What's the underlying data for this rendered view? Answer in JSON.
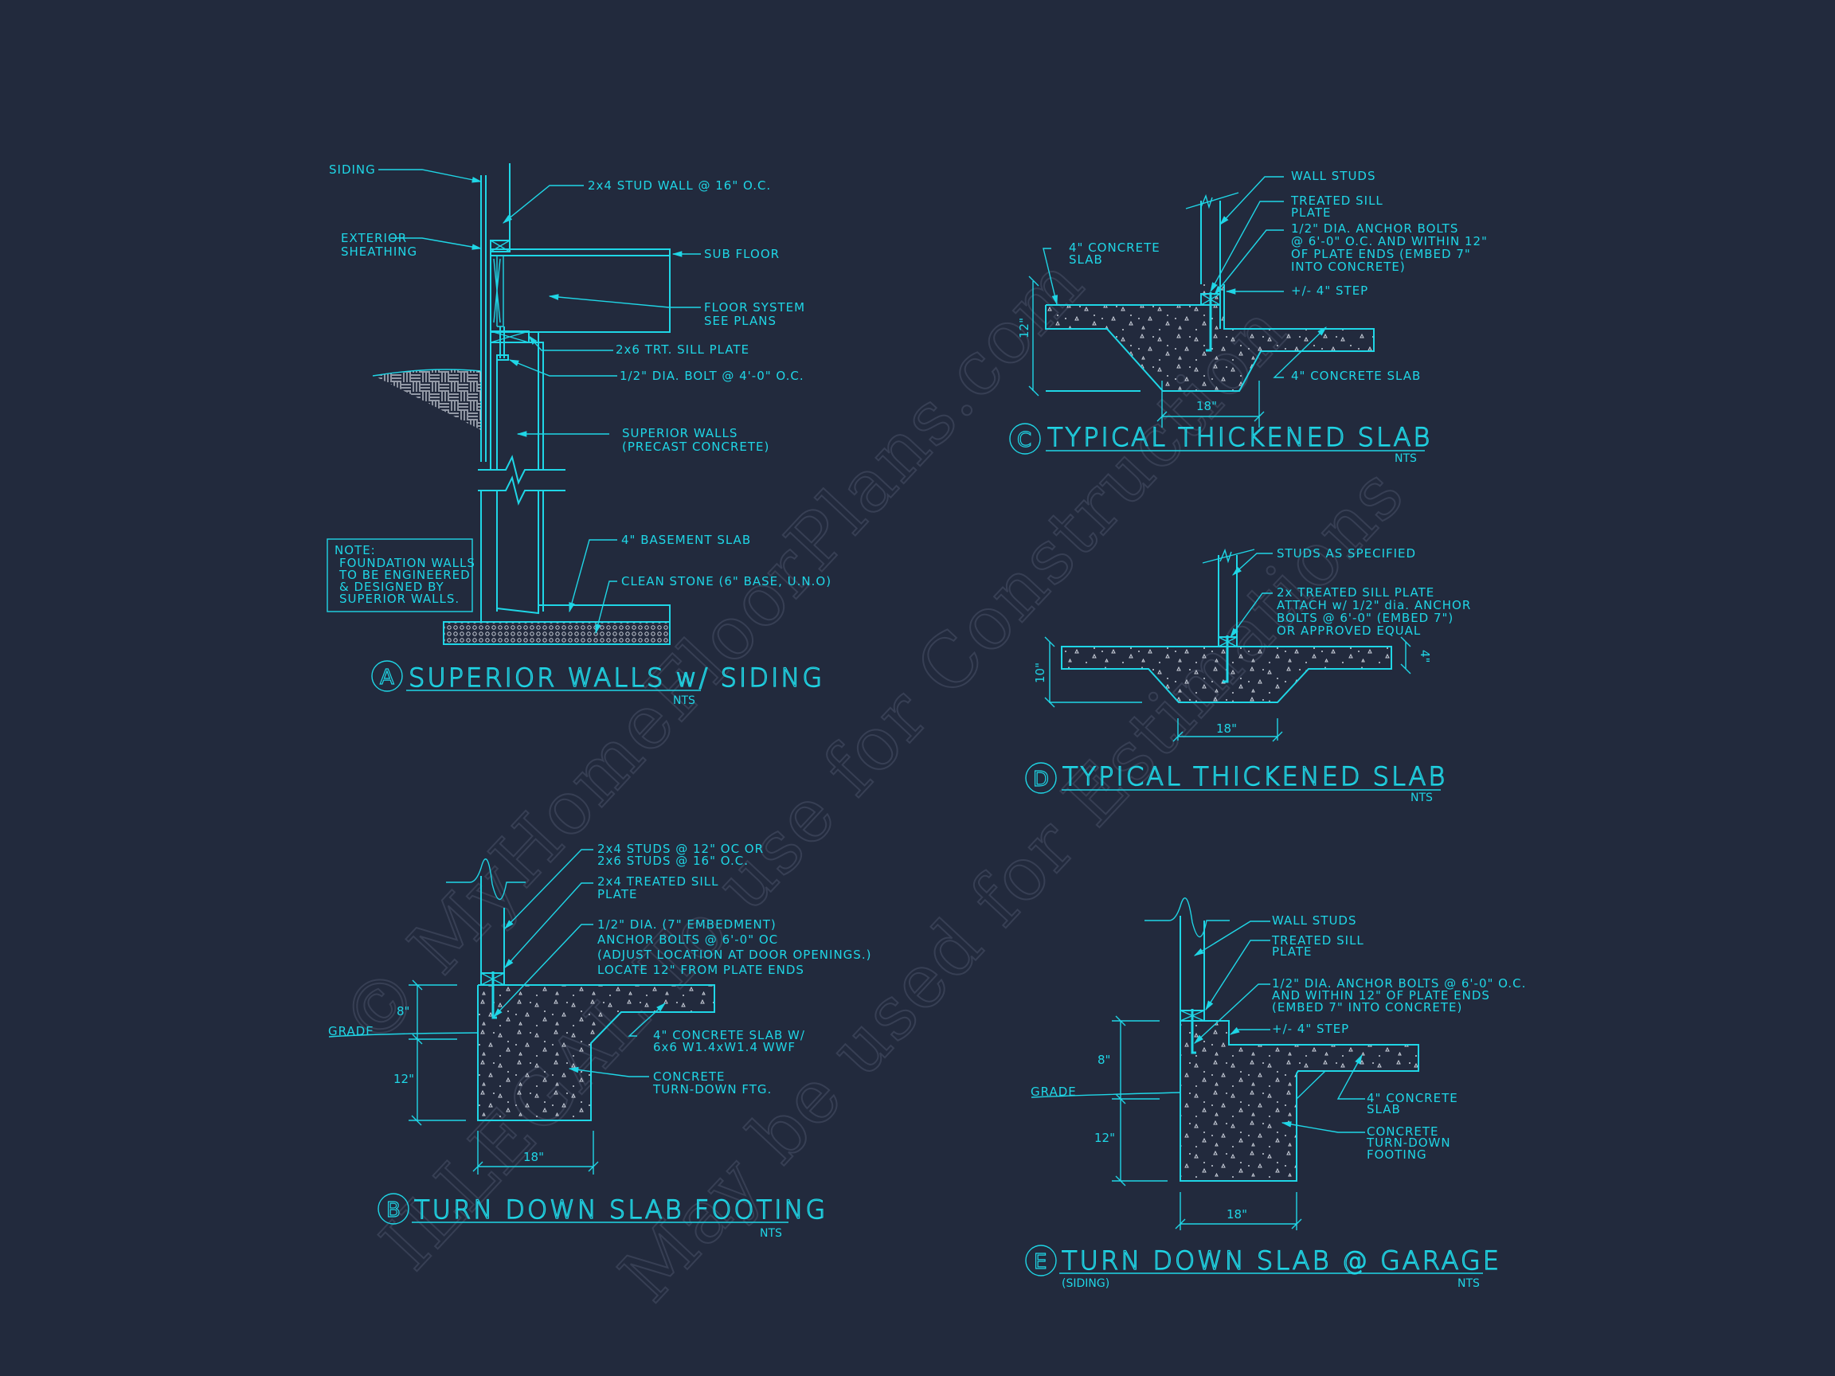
{
  "colors": {
    "background": "#222a3d",
    "linework": "#1fd6e6",
    "watermark": "#3a4257"
  },
  "watermark": {
    "line1": "© MyHomeFloorPlans.com",
    "line2": "ILLEGAL To use for Construction",
    "line3": "May be used for Estimations"
  },
  "detail_a": {
    "letter": "A",
    "title": "SUPERIOR WALLS w/ SIDING",
    "scale": "NTS",
    "labels": {
      "siding": "SIDING",
      "stud_wall": "2x4 STUD WALL @ 16\" O.C.",
      "ext_sheathing_1": "EXTERIOR",
      "ext_sheathing_2": "SHEATHING",
      "sub_floor": "SUB FLOOR",
      "floor_system_1": "FLOOR SYSTEM",
      "floor_system_2": "SEE PLANS",
      "sill_plate": "2x6 TRT. SILL PLATE",
      "bolt": "1/2\" DIA. BOLT @ 4'-0\" O.C.",
      "superior_walls_1": "SUPERIOR WALLS",
      "superior_walls_2": "(PRECAST CONCRETE)",
      "basement_slab": "4\" BASEMENT SLAB",
      "clean_stone": "CLEAN STONE (6\" BASE, U.N.O)"
    },
    "note": {
      "heading": "NOTE:",
      "line1": "FOUNDATION WALLS",
      "line2": "TO BE ENGINEERED",
      "line3": "& DESIGNED BY",
      "line4": "SUPERIOR WALLS."
    }
  },
  "detail_b": {
    "letter": "B",
    "title": "TURN DOWN SLAB FOOTING",
    "scale": "NTS",
    "labels": {
      "studs_1": "2x4 STUDS @ 12\" OC OR",
      "studs_2": "2x6 STUDS @ 16\" O.C.",
      "sill_1": "2x4 TREATED SILL",
      "sill_2": "PLATE",
      "bolt_1": "1/2\" DIA. (7\" EMBEDMENT)",
      "bolt_2": "ANCHOR BOLTS @ 6'-0\" OC",
      "bolt_3": "(ADJUST LOCATION AT DOOR OPENINGS.)",
      "bolt_4": "LOCATE 12\" FROM PLATE ENDS",
      "slab_1": "4\" CONCRETE SLAB W/",
      "slab_2": "6x6 W1.4xW1.4 WWF",
      "ftg_1": "CONCRETE",
      "ftg_2": "TURN-DOWN FTG.",
      "grade": "GRADE"
    },
    "dims": {
      "above_grade": "8\"",
      "below_grade": "12\"",
      "width": "18\""
    }
  },
  "detail_c": {
    "letter": "C",
    "title": "TYPICAL THICKENED SLAB",
    "scale": "NTS",
    "labels": {
      "wall_studs": "WALL STUDS",
      "sill_1": "TREATED SILL",
      "sill_2": "PLATE",
      "bolt_1": "1/2\" DIA. ANCHOR BOLTS",
      "bolt_2": "@ 6'-0\" O.C. AND WITHIN 12\"",
      "bolt_3": "OF PLATE ENDS (EMBED 7\"",
      "bolt_4": "INTO CONCRETE)",
      "slab_left_1": "4\" CONCRETE",
      "slab_left_2": "SLAB",
      "step": "+/- 4\" STEP",
      "slab_right": "4\" CONCRETE SLAB"
    },
    "dims": {
      "depth": "12\"",
      "width": "18\""
    }
  },
  "detail_d": {
    "letter": "D",
    "title": "TYPICAL THICKENED SLAB",
    "scale": "NTS",
    "labels": {
      "studs": "STUDS AS SPECIFIED",
      "sill_1": "2x  TREATED SILL PLATE",
      "sill_2": "ATTACH w/ 1/2\" dia. ANCHOR",
      "sill_3": "BOLTS @ 6'-0\" (EMBED 7\")",
      "sill_4": "OR APPROVED EQUAL"
    },
    "dims": {
      "depth": "10\"",
      "slab": "4\"",
      "width": "18\""
    }
  },
  "detail_e": {
    "letter": "E",
    "title": "TURN DOWN SLAB @ GARAGE",
    "subtitle": "(SIDING)",
    "scale": "NTS",
    "labels": {
      "wall_studs": "WALL STUDS",
      "sill_1": "TREATED SILL",
      "sill_2": "PLATE",
      "bolt_1": "1/2\" DIA. ANCHOR BOLTS @ 6'-0\" O.C.",
      "bolt_2": "AND WITHIN 12\" OF PLATE ENDS",
      "bolt_3": "(EMBED 7\" INTO CONCRETE)",
      "step": "+/- 4\" STEP",
      "slab_1": "4\" CONCRETE",
      "slab_2": "SLAB",
      "ftg_1": "CONCRETE",
      "ftg_2": "TURN-DOWN",
      "ftg_3": "FOOTING",
      "grade": "GRADE"
    },
    "dims": {
      "above_grade": "8\"",
      "below_grade": "12\"",
      "width": "18\""
    }
  }
}
